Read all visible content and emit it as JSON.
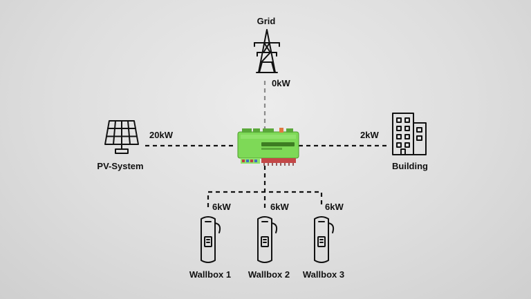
{
  "nodes": {
    "grid": {
      "label": "Grid",
      "icon": "power-pylon-icon"
    },
    "pv": {
      "label": "PV-System",
      "icon": "solar-panel-icon"
    },
    "building": {
      "label": "Building",
      "icon": "building-icon"
    },
    "controller": {
      "icon": "controller-module-icon"
    },
    "wallboxes": [
      {
        "label": "Wallbox 1",
        "icon": "ev-charger-icon"
      },
      {
        "label": "Wallbox 2",
        "icon": "ev-charger-icon"
      },
      {
        "label": "Wallbox 3",
        "icon": "ev-charger-icon"
      }
    ]
  },
  "flows": {
    "grid": "0kW",
    "pv": "20kW",
    "building": "2kW",
    "wallboxes": [
      "6kW",
      "6kW",
      "6kW"
    ]
  },
  "colors": {
    "line": "#111111",
    "grid_line": "#8a8a8a",
    "controller": "#7ed957",
    "background": "#dedede"
  }
}
